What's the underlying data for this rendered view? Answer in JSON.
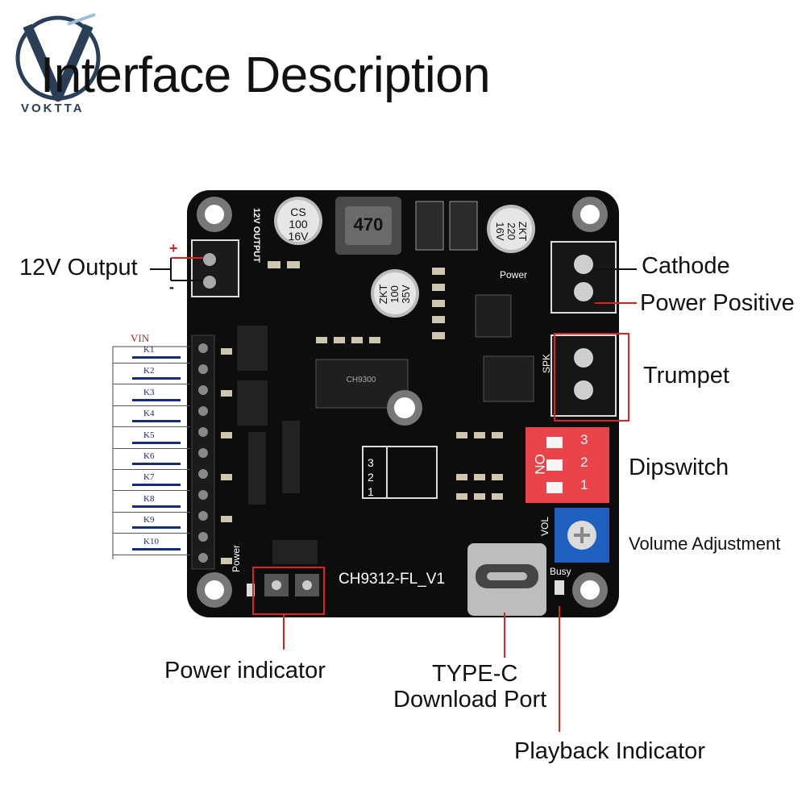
{
  "logo": {
    "letter": "V",
    "brand": "VOKTTA",
    "icon": "voktta-logo-icon"
  },
  "title": "Interface Description",
  "board": {
    "model": "CH9312-FL_V1",
    "silkscreen": {
      "output": "12V OUTPUT",
      "power": "Power",
      "spk": "SPK",
      "vol": "VOL",
      "busy": "Busy",
      "inductor": "470",
      "cap1": [
        "CS",
        "100",
        "16V"
      ],
      "cap2": [
        "ZKT",
        "220",
        "16V"
      ],
      "cap3": [
        "ZKT",
        "100",
        "35V"
      ],
      "chip_main": "CH9300",
      "dip_on": "ON",
      "dip_nums": [
        "1",
        "2",
        "3"
      ],
      "table_nums": [
        "1",
        "2",
        "3"
      ]
    }
  },
  "labels": {
    "output_12v": "12V Output",
    "plus": "+",
    "minus": "-",
    "cathode": "Cathode",
    "power_positive": "Power Positive",
    "trumpet": "Trumpet",
    "dipswitch": "Dipswitch",
    "volume": "Volume Adjustment",
    "power_indicator": "Power indicator",
    "typec_line1": "TYPE-C",
    "typec_line2": "Download Port",
    "playback": "Playback Indicator"
  },
  "keys": {
    "vin": "VIN",
    "list": [
      "K1",
      "K2",
      "K3",
      "K4",
      "K5",
      "K6",
      "K7",
      "K8",
      "K9",
      "K10"
    ]
  },
  "colors": {
    "pcb": "#0d0d0d",
    "annotation": "#d22222",
    "dip": "#e8444a",
    "pot": "#1e5fc0",
    "key": "#1a2a7a"
  }
}
